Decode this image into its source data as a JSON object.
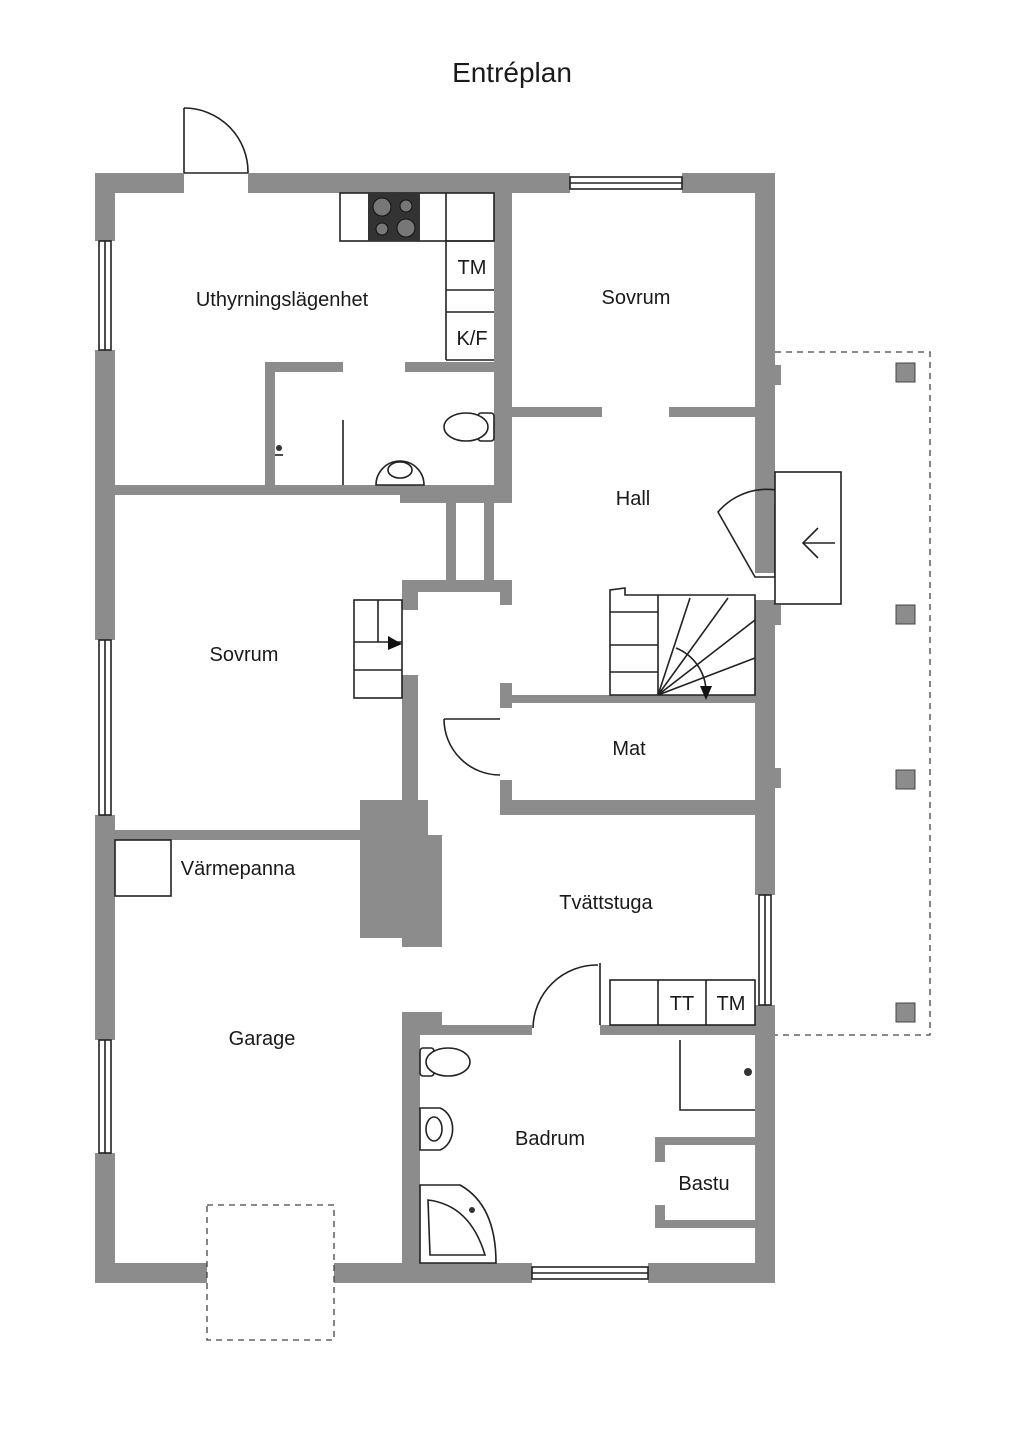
{
  "title": "Entréplan",
  "rooms": {
    "uthyrning": "Uthyrningslägenhet",
    "sovrum_top": "Sovrum",
    "hall": "Hall",
    "sovrum_left": "Sovrum",
    "mat": "Mat",
    "varmepanna": "Värmepanna",
    "tvattstuga": "Tvättstuga",
    "garage": "Garage",
    "badrum": "Badrum",
    "bastu": "Bastu"
  },
  "appliances": {
    "tm_kitchen": "TM",
    "kf_kitchen": "K/F",
    "tt_laundry": "TT",
    "tm_laundry": "TM"
  },
  "colors": {
    "wall": "#8c8c8c",
    "line": "#222222",
    "background": "#ffffff"
  }
}
